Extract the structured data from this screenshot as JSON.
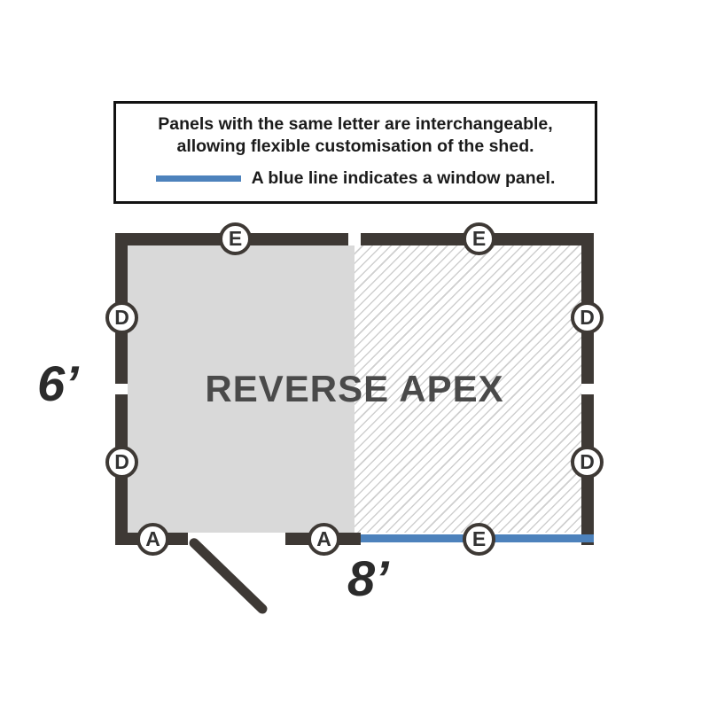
{
  "legend": {
    "line1": "Panels with the same letter are interchangeable,",
    "line2": "allowing flexible customisation of the shed.",
    "window_note": "A blue line indicates a window panel.",
    "window_line_color": "#4d82bc"
  },
  "plan": {
    "title": "REVERSE APEX",
    "width_label": "8’",
    "height_label": "6’",
    "markers": {
      "top_left": "E",
      "top_right": "E",
      "left_upper": "D",
      "left_lower": "D",
      "right_upper": "D",
      "right_lower": "D",
      "bottom_left_a": "A",
      "bottom_mid_a": "A",
      "bottom_window_e": "E"
    },
    "colors": {
      "wall": "#3e3935",
      "shaded_fill": "#d9d9d9",
      "hatch_line": "#cfcfcf",
      "window": "#4d82bc",
      "title_text": "#4a4a4a"
    }
  }
}
